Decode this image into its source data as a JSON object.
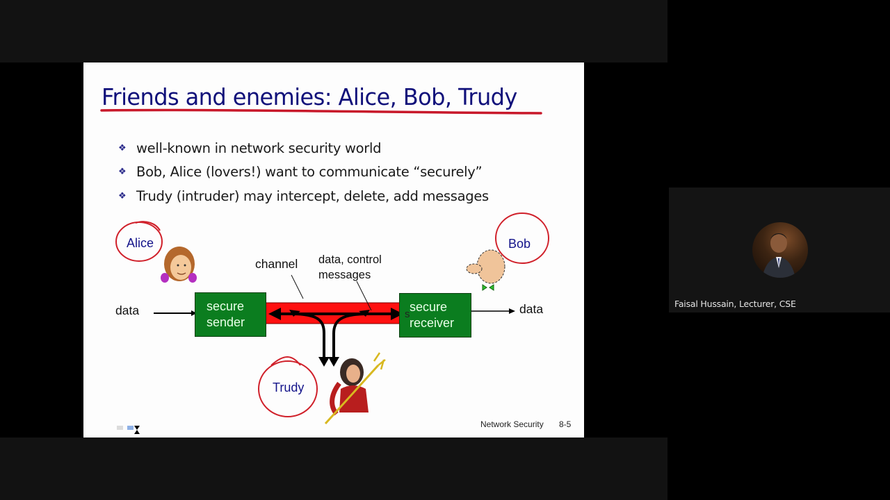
{
  "slide": {
    "title": "Friends and enemies: Alice, Bob, Trudy",
    "title_color": "#10107a",
    "underline_color": "#c8182a",
    "bullet_icon": "diamond-bullet-icon",
    "bullets": [
      "well-known in network security world",
      "Bob, Alice (lovers!) want to communicate “securely”",
      "Trudy (intruder) may intercept, delete, add messages"
    ],
    "diagram": {
      "alice_label": "Alice",
      "bob_label": "Bob",
      "trudy_label": "Trudy",
      "channel_label": "channel",
      "data_control_label_line1": "data, control",
      "data_control_label_line2": "messages",
      "data_in_label": "data",
      "data_out_label": "data",
      "sender_box_line1": "secure",
      "sender_box_line2": "sender",
      "receiver_box_line1": "secure",
      "receiver_box_line2": "receiver",
      "stray_char": "s",
      "box_color": "#0b7d1f",
      "channel_color": "#ff1010",
      "annotation_circle_color": "#d0202a"
    },
    "footer": {
      "course": "Network Security",
      "slide_number": "8-5"
    }
  },
  "participant": {
    "name": "Faisal Hussain, Lecturer, CSE"
  }
}
